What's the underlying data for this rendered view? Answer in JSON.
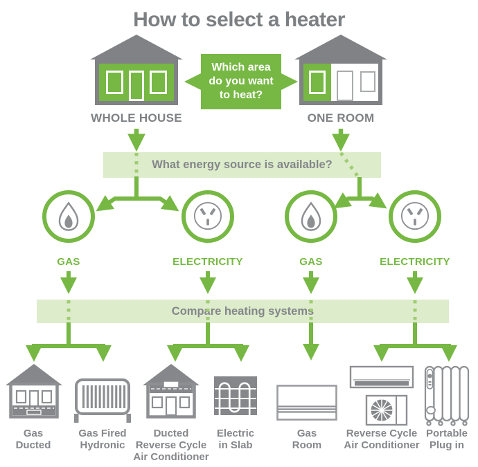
{
  "title": "How to select a heater",
  "decision_box": {
    "question_lines": [
      "Which area",
      "do you want",
      "to heat?"
    ]
  },
  "houses": {
    "left": {
      "label": "WHOLE HOUSE"
    },
    "right": {
      "label": "ONE ROOM"
    }
  },
  "banners": {
    "energy_question": "What energy source is available?",
    "compare": "Compare heating systems"
  },
  "energy_nodes": [
    {
      "label": "GAS",
      "icon": "gas-flame-icon"
    },
    {
      "label": "ELECTRICITY",
      "icon": "power-outlet-icon"
    },
    {
      "label": "GAS",
      "icon": "gas-flame-icon"
    },
    {
      "label": "ELECTRICITY",
      "icon": "power-outlet-icon"
    }
  ],
  "systems": [
    {
      "label": [
        "Gas",
        "Ducted"
      ],
      "icon": "gas-ducted-house-icon"
    },
    {
      "label": [
        "Gas Fired",
        "Hydronic"
      ],
      "icon": "hydronic-radiator-icon"
    },
    {
      "label": [
        "Ducted",
        "Reverse Cycle",
        "Air Conditioner"
      ],
      "icon": "ducted-ac-house-icon"
    },
    {
      "label": [
        "Electric",
        "in Slab"
      ],
      "icon": "slab-coil-icon"
    },
    {
      "label": [
        "Gas",
        "Room"
      ],
      "icon": "gas-room-heater-icon"
    },
    {
      "label": [
        "Reverse Cycle",
        "Air Conditioner"
      ],
      "icon": "split-system-ac-icon"
    },
    {
      "label": [
        "Portable",
        "Plug in"
      ],
      "icon": "oil-column-heater-icon"
    }
  ],
  "colors": {
    "green": "#76b843",
    "light_green": "#ddeccb",
    "dashed_green": "#9fcc72",
    "gray": "#808285",
    "icon_gray": "#8d8f92"
  }
}
